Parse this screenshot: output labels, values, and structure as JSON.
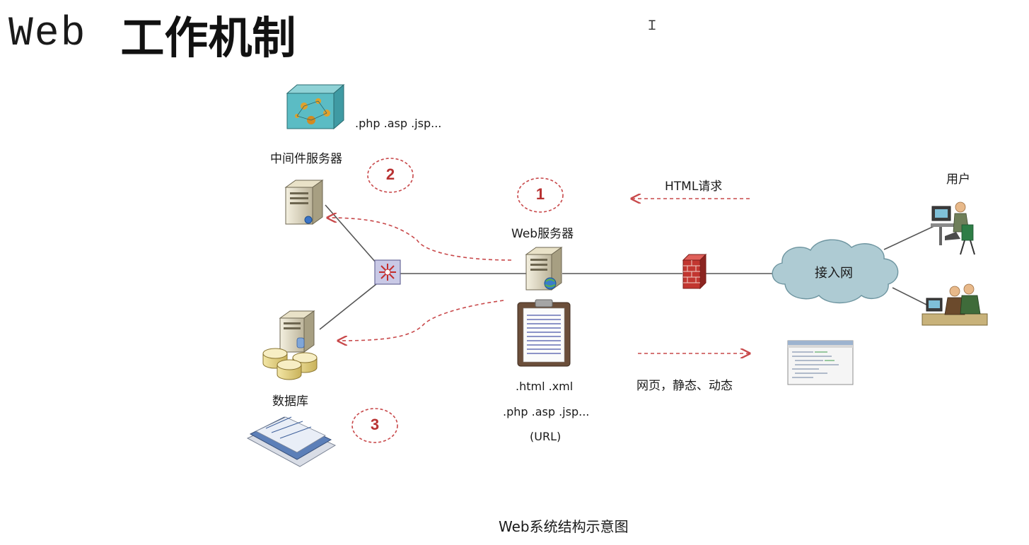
{
  "title": {
    "latin": "Web",
    "cjk": "工作机制"
  },
  "nodes": {
    "middleware_server": "中间件服务器",
    "middleware_ext": ".php .asp .jsp...",
    "web_server": "Web服务器",
    "database": "数据库",
    "access_network": "接入网",
    "user": "用户"
  },
  "arrows": {
    "html_request": "HTML请求",
    "page_response": "网页，静态、动态"
  },
  "steps": [
    "1",
    "2",
    "3"
  ],
  "file_types": {
    "line1": ".html  .xml",
    "line2": ".php  .asp .jsp...",
    "line3": "(URL)"
  },
  "caption": "Web系统结构示意图",
  "colors": {
    "dashed_arrow": "#c8484a",
    "step_number": "#b83232",
    "line": "#555555",
    "cloud": "#aecbd3"
  }
}
